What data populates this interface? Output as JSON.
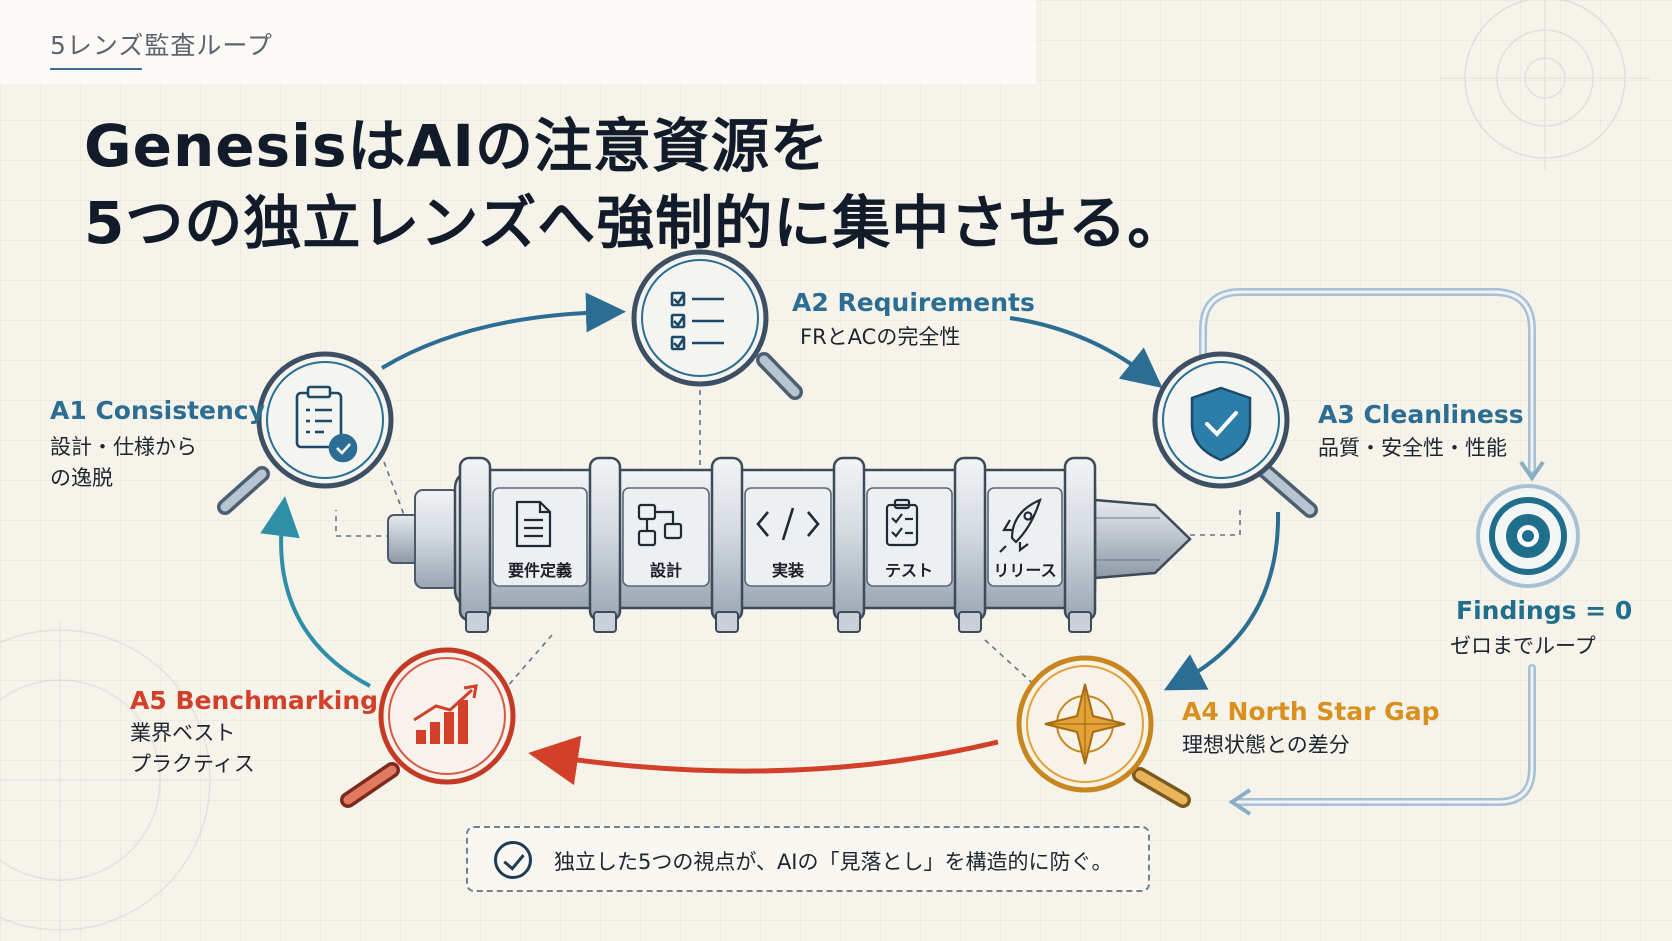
{
  "header": {
    "section_label": "5レンズ監査ループ",
    "headline_line1": "GenesisはAIの注意資源を",
    "headline_line2": "5つの独立レンズへ強制的に集中させる。"
  },
  "lenses": [
    {
      "id": "A1",
      "title": "A1 Consistency",
      "desc_line1": "設計・仕様から",
      "desc_line2": "の逸脱",
      "color": "#2b6d93",
      "icon": "clipboard-check-icon"
    },
    {
      "id": "A2",
      "title": "A2 Requirements",
      "desc_line1": "FRとACの完全性",
      "color": "#2b6d93",
      "icon": "checklist-icon"
    },
    {
      "id": "A3",
      "title": "A3 Cleanliness",
      "desc_line1": "品質・安全性・性能",
      "color": "#2b6d93",
      "icon": "shield-check-icon"
    },
    {
      "id": "A4",
      "title": "A4 North Star Gap",
      "desc_line1": "理想状態との差分",
      "color": "#d9901f",
      "icon": "compass-star-icon"
    },
    {
      "id": "A5",
      "title": "A5 Benchmarking",
      "desc_line1": "業界ベスト",
      "desc_line2": "プラクティス",
      "color": "#d2402a",
      "icon": "growth-chart-icon"
    }
  ],
  "pipeline": {
    "stages": [
      {
        "label": "要件定義",
        "icon": "document-icon"
      },
      {
        "label": "設計",
        "icon": "flow-diagram-icon"
      },
      {
        "label": "実装",
        "icon": "code-icon"
      },
      {
        "label": "テスト",
        "icon": "test-checklist-icon"
      },
      {
        "label": "リリース",
        "icon": "rocket-icon"
      }
    ]
  },
  "loop": {
    "title": "Findings = 0",
    "desc": "ゼロまでループ",
    "icon": "target-icon"
  },
  "callout": {
    "text": "独立した5つの視点が、AIの「見落とし」を構造的に防ぐ。"
  },
  "colors": {
    "blue": "#2b6d93",
    "teal": "#1f6f8c",
    "orange": "#d9901f",
    "red": "#d2402a",
    "background": "#f6f3ea"
  }
}
